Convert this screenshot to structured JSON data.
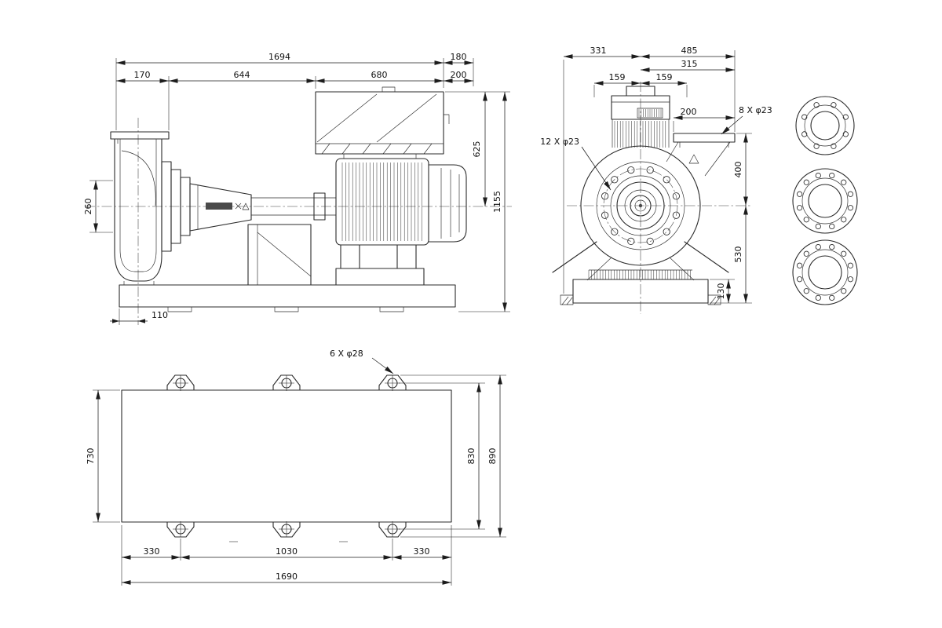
{
  "colors": {
    "line": "#2b2b2b",
    "text": "#111111",
    "background": "#ffffff"
  },
  "side_view": {
    "dims": {
      "total_length": "1694",
      "overhang": "180",
      "flange_offset": "170",
      "pump_section": "644",
      "motor_section": "680",
      "end_section": "200",
      "height_to_top": "625",
      "total_height": "1155",
      "port_height": "260",
      "base_setback": "110"
    }
  },
  "front_view": {
    "dims": {
      "center_to_left": "331",
      "center_to_right": "485",
      "center_to_flange_edge": "315",
      "half_width_left": "159",
      "half_width_right": "159",
      "flange_width": "200",
      "flange_to_centerline": "400",
      "centerline_to_base": "530",
      "base_height": "130"
    },
    "annotations": {
      "casing_bolts": "12 X φ23",
      "discharge_bolts": "8 X φ23"
    }
  },
  "plan_view": {
    "dims": {
      "plate_width": "730",
      "hole_span_across": "830",
      "lug_span_across": "890",
      "end_to_hole_left": "330",
      "hole_spacing": "1030",
      "end_to_hole_right": "330",
      "plate_length": "1690"
    },
    "annotations": {
      "anchor_bolts": "6 X φ28"
    }
  }
}
